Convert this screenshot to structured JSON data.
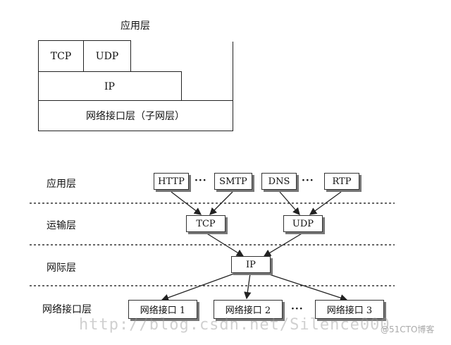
{
  "stack": {
    "application": "应用层",
    "tcp": "TCP",
    "udp": "UDP",
    "ip": "IP",
    "network_interface": "网络接口层（子网层）"
  },
  "layers": {
    "application": "应用层",
    "transport": "运输层",
    "internet": "网际层",
    "network_interface": "网络接口层"
  },
  "protocols": {
    "http": "HTTP",
    "smtp": "SMTP",
    "dns": "DNS",
    "rtp": "RTP",
    "tcp": "TCP",
    "udp": "UDP",
    "ip": "IP",
    "iface1": "网络接口 1",
    "iface2": "网络接口 2",
    "iface3": "网络接口 3",
    "ellipsis": "···"
  },
  "watermark": "http://blog.csdn.net/Silence000",
  "brand": "@51CTO博客"
}
